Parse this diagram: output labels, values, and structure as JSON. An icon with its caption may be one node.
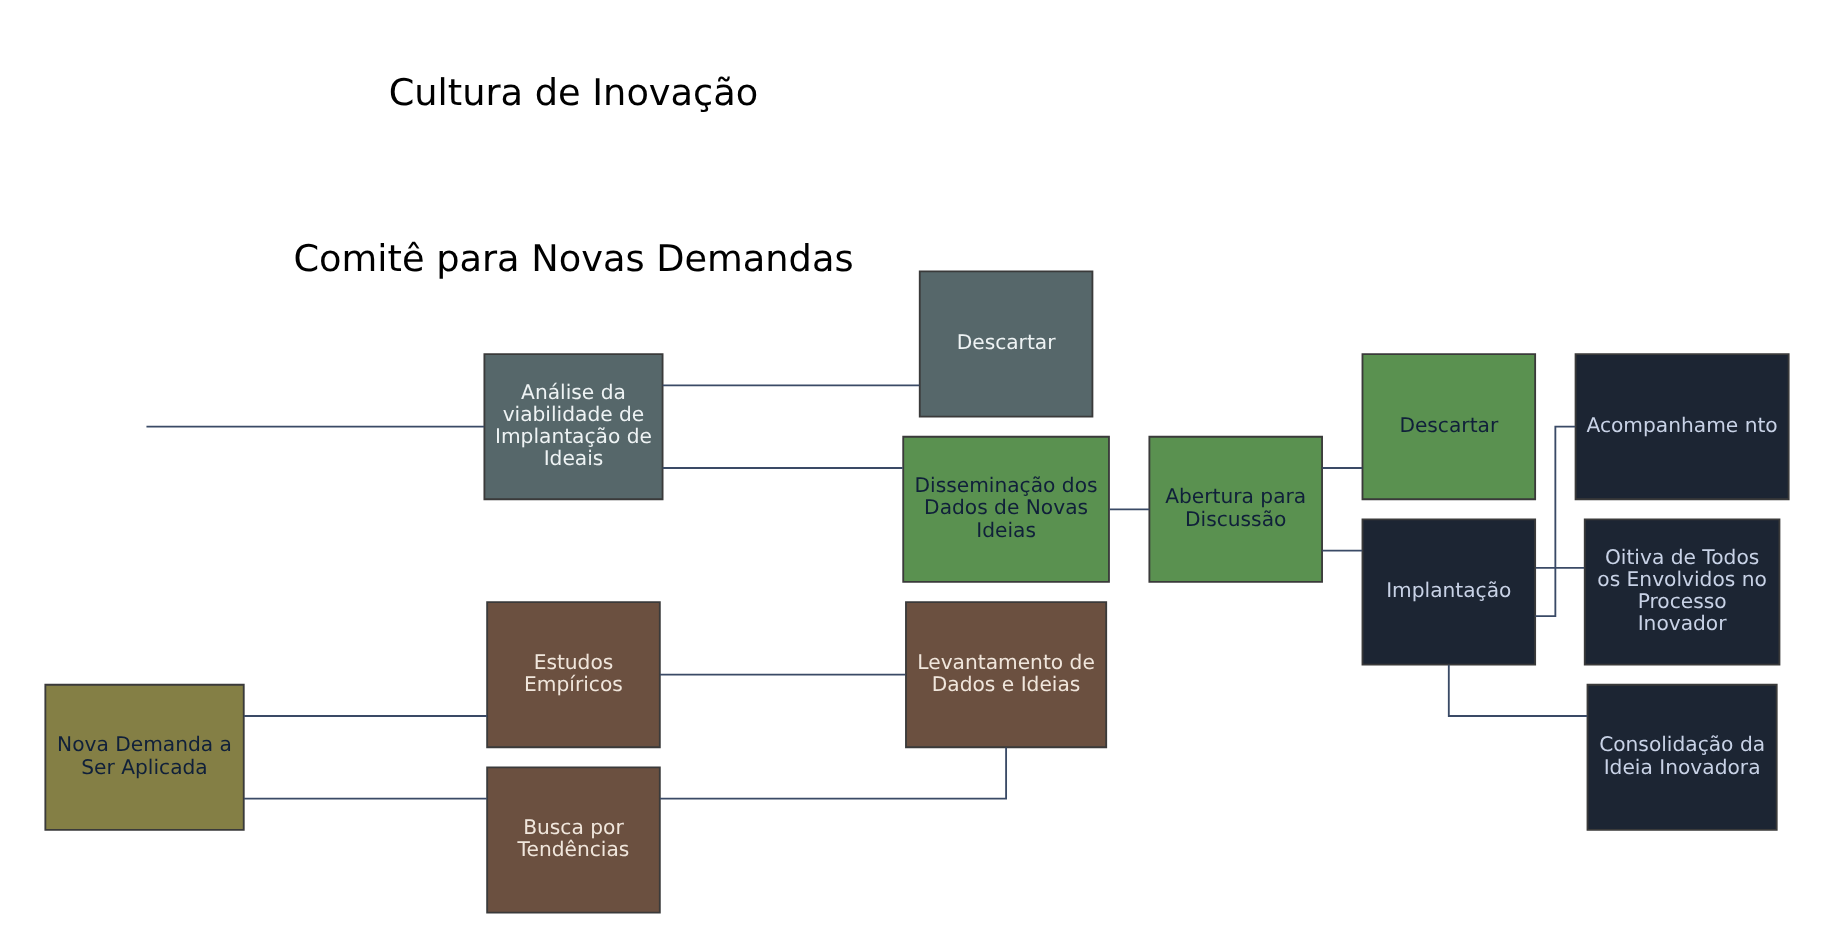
{
  "diagram": {
    "nodes": [
      {
        "text": [
          "Nova Demanda a Ser Aplicada"
        ]
      },
      {
        "text": [
          "Estudos Empíricos"
        ]
      },
      {
        "text": [
          "Levantamento de Dados e Ideias"
        ]
      },
      {
        "text": [
          "Busca por Tendências"
        ]
      },
      {
        "text": [
          "Análise da viabilidade de Implantação de Ideais"
        ]
      },
      {
        "text": [
          "Descartar"
        ]
      },
      {
        "text": [
          "Disseminação dos Dados de Novas Ideias"
        ]
      },
      {
        "text": [
          "Abertura para Discussão"
        ]
      },
      {
        "text": [
          "Descartar"
        ]
      },
      {
        "text": [
          "Implantação"
        ]
      },
      {
        "text": [
          "Acompanhame nto"
        ]
      },
      {
        "text": [
          "Oitiva de Todos os Envolvidos no Processo Inovador"
        ]
      },
      {
        "text": [
          "Consolidação da Ideia Inovadora"
        ]
      }
    ],
    "edges": [
      {
        "from": 0,
        "to": 1,
        "arrow": "none"
      },
      {
        "from": 0,
        "to": 3,
        "arrow": "none"
      },
      {
        "from": 1,
        "to": 2,
        "arrow": "none"
      },
      {
        "from": 2,
        "to": 3,
        "arrow": "none"
      },
      {
        "from": null,
        "to": 4,
        "arrow": "none"
      },
      {
        "from": 4,
        "to": 5,
        "arrow": "none"
      },
      {
        "from": 4,
        "to": 6,
        "arrow": "none"
      },
      {
        "from": 6,
        "to": 7,
        "arrow": "none"
      },
      {
        "from": 7,
        "to": 8,
        "arrow": "none"
      },
      {
        "from": 7,
        "to": 9,
        "arrow": "none"
      },
      {
        "from": 9,
        "to": 10,
        "arrow": "none"
      },
      {
        "from": 9,
        "to": 11,
        "arrow": "none"
      },
      {
        "from": 9,
        "to": 12,
        "arrow": "none"
      }
    ],
    "labels": [
      "Comitê para Novas Demandas",
      "Cultura de Inovação"
    ]
  }
}
